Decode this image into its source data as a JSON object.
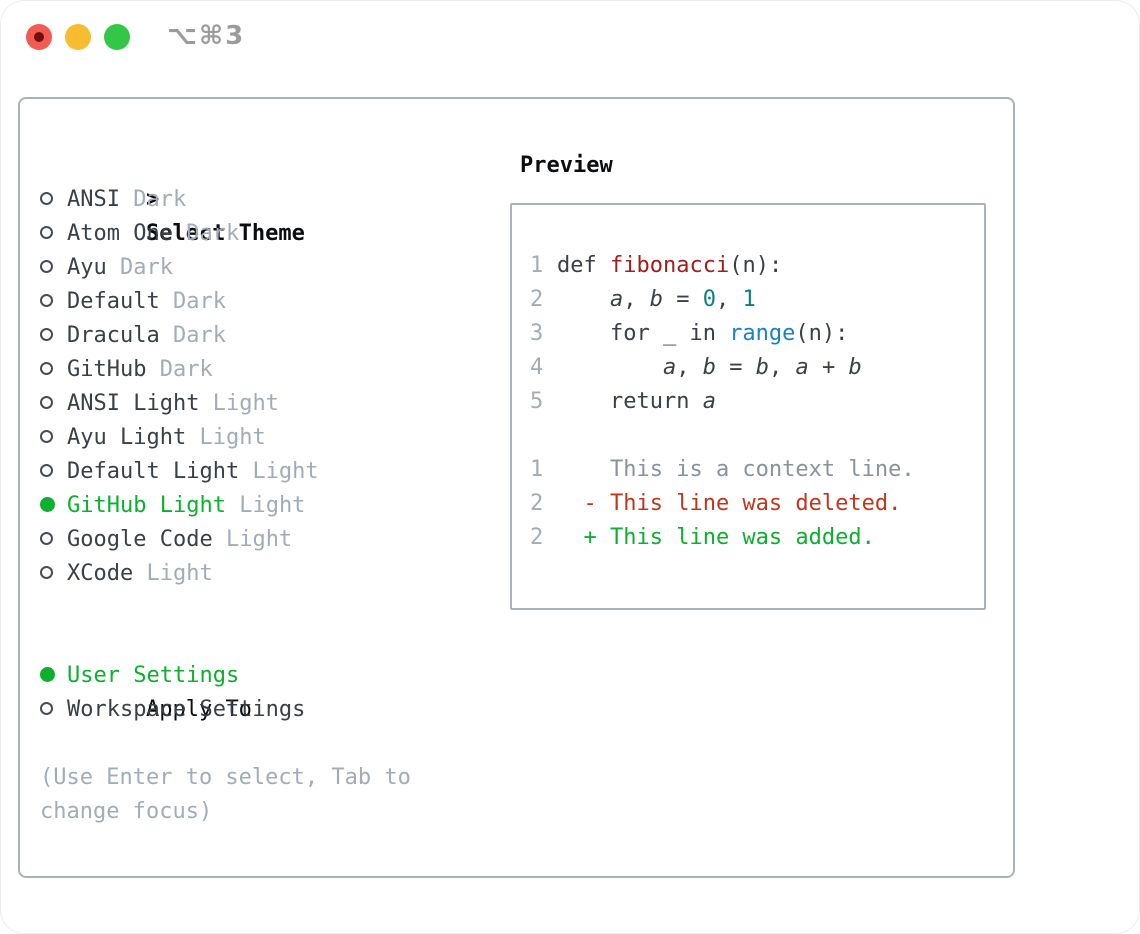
{
  "window": {
    "shortcut": "⌥⌘3"
  },
  "colors": {
    "ink": "#0b0d0f",
    "text": "#3a4047",
    "muted": "#a2acb9",
    "context": "#8a929b",
    "green": "#0cb02e",
    "func-red": "#a31d1d",
    "del-red": "#c0361d",
    "num-teal": "#0d7f82",
    "call-blue": "#1a82c4",
    "border": "#abb2bb",
    "tl-red": "#f15b51",
    "tl-dot": "#6d1112",
    "tl-yellow": "#f7bc2f",
    "tl-green": "#33c748",
    "shortcut": "#9b9b9b"
  },
  "picker": {
    "title_prefix": ">",
    "title": "Select Theme",
    "items": [
      {
        "label": "ANSI",
        "tag": "Dark",
        "selected": false
      },
      {
        "label": "Atom One",
        "tag": "Dark",
        "selected": false
      },
      {
        "label": "Ayu",
        "tag": "Dark",
        "selected": false
      },
      {
        "label": "Default",
        "tag": "Dark",
        "selected": false
      },
      {
        "label": "Dracula",
        "tag": "Dark",
        "selected": false
      },
      {
        "label": "GitHub",
        "tag": "Dark",
        "selected": false
      },
      {
        "label": "ANSI Light",
        "tag": "Light",
        "selected": false
      },
      {
        "label": "Ayu Light",
        "tag": "Light",
        "selected": false
      },
      {
        "label": "Default Light",
        "tag": "Light",
        "selected": false
      },
      {
        "label": "GitHub Light",
        "tag": "Light",
        "selected": true
      },
      {
        "label": "Google Code",
        "tag": "Light",
        "selected": false
      },
      {
        "label": "XCode",
        "tag": "Light",
        "selected": false
      }
    ],
    "apply_to": {
      "title": "Apply To",
      "options": [
        {
          "label": "User Settings",
          "selected": true
        },
        {
          "label": "Workspace Settings",
          "selected": false
        }
      ]
    },
    "hint_line1": "(Use Enter to select, Tab to",
    "hint_line2": "change focus)"
  },
  "preview": {
    "title": "Preview",
    "lines": [
      {
        "num": "1",
        "tokens": [
          {
            "t": "def ",
            "c": "default"
          },
          {
            "t": "fibonacci",
            "c": "function"
          },
          {
            "t": "(n):",
            "c": "default"
          }
        ]
      },
      {
        "num": "2",
        "tokens": [
          {
            "t": "    ",
            "c": "default"
          },
          {
            "t": "a",
            "c": "variable"
          },
          {
            "t": ", ",
            "c": "default"
          },
          {
            "t": "b",
            "c": "variable"
          },
          {
            "t": " = ",
            "c": "default"
          },
          {
            "t": "0",
            "c": "number"
          },
          {
            "t": ", ",
            "c": "default"
          },
          {
            "t": "1",
            "c": "number"
          }
        ]
      },
      {
        "num": "3",
        "tokens": [
          {
            "t": "    for _ in ",
            "c": "default"
          },
          {
            "t": "range",
            "c": "builtin"
          },
          {
            "t": "(n):",
            "c": "default"
          }
        ]
      },
      {
        "num": "4",
        "tokens": [
          {
            "t": "        ",
            "c": "default"
          },
          {
            "t": "a",
            "c": "variable"
          },
          {
            "t": ", ",
            "c": "default"
          },
          {
            "t": "b",
            "c": "variable"
          },
          {
            "t": " = ",
            "c": "default"
          },
          {
            "t": "b",
            "c": "variable"
          },
          {
            "t": ", ",
            "c": "default"
          },
          {
            "t": "a",
            "c": "variable"
          },
          {
            "t": " + ",
            "c": "default"
          },
          {
            "t": "b",
            "c": "variable"
          }
        ]
      },
      {
        "num": "5",
        "tokens": [
          {
            "t": "    return ",
            "c": "default"
          },
          {
            "t": "a",
            "c": "variable"
          }
        ]
      },
      {
        "num": "",
        "tokens": []
      },
      {
        "num": "1",
        "tokens": [
          {
            "t": "    This is a context line.",
            "c": "context"
          }
        ]
      },
      {
        "num": "2",
        "tokens": [
          {
            "t": "  - This line was deleted.",
            "c": "deletion"
          }
        ]
      },
      {
        "num": "2",
        "tokens": [
          {
            "t": "  + This line was added.",
            "c": "addition"
          }
        ]
      }
    ]
  }
}
